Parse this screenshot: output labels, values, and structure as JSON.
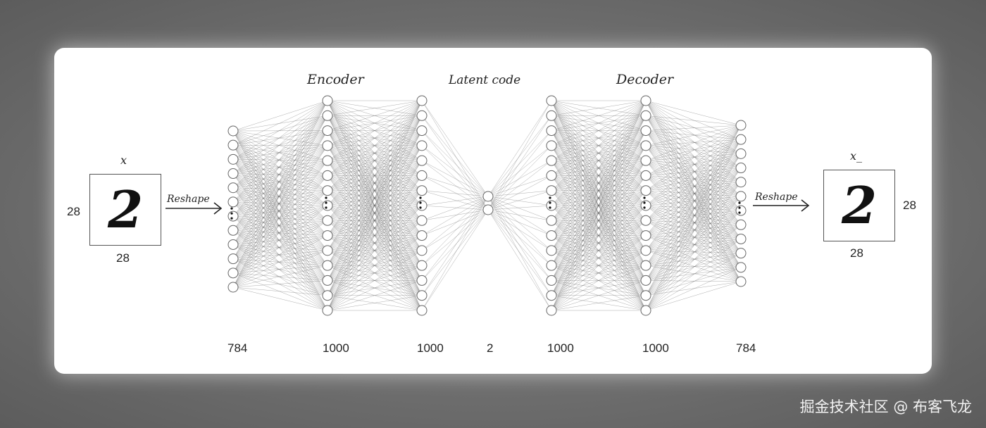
{
  "titles": {
    "encoder": "Encoder",
    "latent": "Latent code",
    "decoder": "Decoder"
  },
  "input": {
    "label": "x",
    "glyph": "2",
    "height": "28",
    "width": "28",
    "reshape": "Reshape"
  },
  "output": {
    "label": "x_",
    "glyph": "2",
    "height": "28",
    "width": "28",
    "reshape": "Reshape"
  },
  "layers": [
    {
      "size": "784",
      "nodes": 12
    },
    {
      "size": "1000",
      "nodes": 15
    },
    {
      "size": "1000",
      "nodes": 15
    },
    {
      "size": "2",
      "nodes": 2
    },
    {
      "size": "1000",
      "nodes": 15
    },
    {
      "size": "1000",
      "nodes": 15
    },
    {
      "size": "784",
      "nodes": 12
    }
  ],
  "watermark": "掘金技术社区 @ 布客飞龙"
}
